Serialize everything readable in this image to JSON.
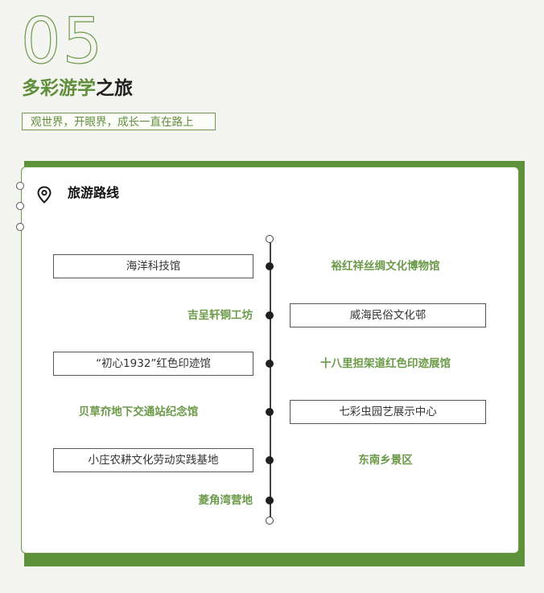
{
  "header": {
    "number": "05",
    "title_green": "多彩游学",
    "title_dark": "之旅",
    "subtitle": "观世界，开眼界，成长一直在路上"
  },
  "card": {
    "icon": "location-pin-icon",
    "title": "旅游路线"
  },
  "route": {
    "left": [
      "海洋科技馆",
      "吉呈轩铜工坊",
      "“初心1932”红色印迹馆",
      "贝草夼地下交通站纪念馆",
      "小庄农耕文化劳动实践基地",
      "菱角湾营地"
    ],
    "right": [
      "裕红祥丝绸文化博物馆",
      "威海民俗文化邨",
      "十八里担架道红色印迹展馆",
      "七彩虫园艺展示中心",
      "东南乡景区"
    ]
  },
  "colors": {
    "accent": "#5f8f3a",
    "card_shadow": "#5d913a"
  }
}
